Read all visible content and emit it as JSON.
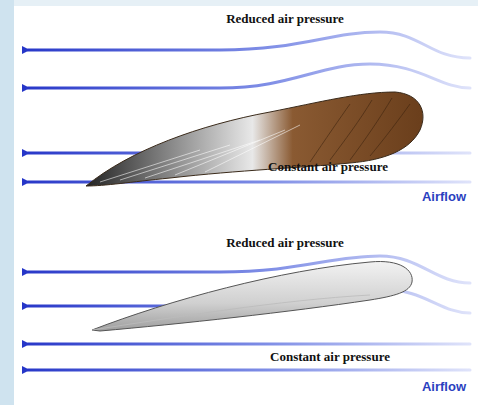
{
  "diagram": {
    "labels": [
      "Reduced air pressure",
      "Constant air pressure",
      "Airflow",
      "Reduced air pressure",
      "Constant air pressure",
      "Airflow"
    ]
  }
}
